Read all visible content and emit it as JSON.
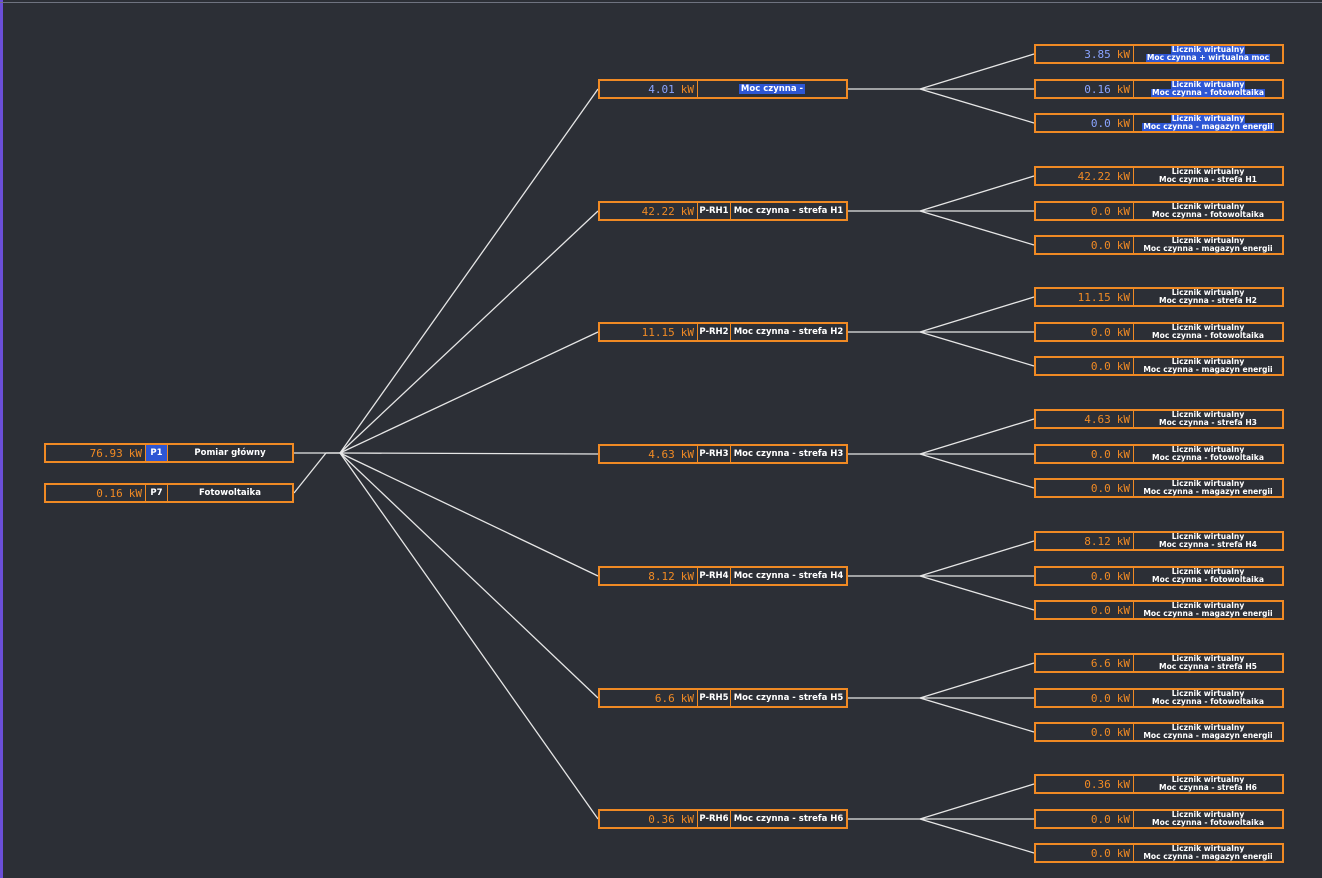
{
  "unit": "kW",
  "roots": [
    {
      "value": "76.93",
      "code": "P1",
      "name": "Pomiar główny",
      "value_blue": false,
      "code_blue": true
    },
    {
      "value": "0.16",
      "code": "P7",
      "name": "Fotowoltaika",
      "value_blue": false,
      "code_blue": false
    }
  ],
  "branches": [
    {
      "value": "4.01",
      "code": "",
      "name": "Moc czynna -",
      "highlight": true,
      "children": [
        {
          "value": "3.85",
          "line1": "Licznik wirtualny",
          "line2": "Moc czynna + wirtualna moc"
        },
        {
          "value": "0.16",
          "line1": "Licznik wirtualny",
          "line2": "Moc czynna - fotowoltaika"
        },
        {
          "value": "0.0",
          "line1": "Licznik wirtualny",
          "line2": "Moc czynna - magazyn energii"
        }
      ]
    },
    {
      "value": "42.22",
      "code": "P-RH1",
      "name": "Moc czynna - strefa H1",
      "highlight": false,
      "children": [
        {
          "value": "42.22",
          "line1": "Licznik wirtualny",
          "line2": "Moc czynna - strefa H1"
        },
        {
          "value": "0.0",
          "line1": "Licznik wirtualny",
          "line2": "Moc czynna - fotowoltaika"
        },
        {
          "value": "0.0",
          "line1": "Licznik wirtualny",
          "line2": "Moc czynna - magazyn energii"
        }
      ]
    },
    {
      "value": "11.15",
      "code": "P-RH2",
      "name": "Moc czynna - strefa H2",
      "highlight": false,
      "children": [
        {
          "value": "11.15",
          "line1": "Licznik wirtualny",
          "line2": "Moc czynna - strefa H2"
        },
        {
          "value": "0.0",
          "line1": "Licznik wirtualny",
          "line2": "Moc czynna - fotowoltaika"
        },
        {
          "value": "0.0",
          "line1": "Licznik wirtualny",
          "line2": "Moc czynna - magazyn energii"
        }
      ]
    },
    {
      "value": "4.63",
      "code": "P-RH3",
      "name": "Moc czynna - strefa H3",
      "highlight": false,
      "children": [
        {
          "value": "4.63",
          "line1": "Licznik wirtualny",
          "line2": "Moc czynna - strefa H3"
        },
        {
          "value": "0.0",
          "line1": "Licznik wirtualny",
          "line2": "Moc czynna - fotowoltaika"
        },
        {
          "value": "0.0",
          "line1": "Licznik wirtualny",
          "line2": "Moc czynna - magazyn energii"
        }
      ]
    },
    {
      "value": "8.12",
      "code": "P-RH4",
      "name": "Moc czynna - strefa H4",
      "highlight": false,
      "children": [
        {
          "value": "8.12",
          "line1": "Licznik wirtualny",
          "line2": "Moc czynna - strefa H4"
        },
        {
          "value": "0.0",
          "line1": "Licznik wirtualny",
          "line2": "Moc czynna - fotowoltaika"
        },
        {
          "value": "0.0",
          "line1": "Licznik wirtualny",
          "line2": "Moc czynna - magazyn energii"
        }
      ]
    },
    {
      "value": "6.6",
      "code": "P-RH5",
      "name": "Moc czynna - strefa H5",
      "highlight": false,
      "children": [
        {
          "value": "6.6",
          "line1": "Licznik wirtualny",
          "line2": "Moc czynna - strefa H5"
        },
        {
          "value": "0.0",
          "line1": "Licznik wirtualny",
          "line2": "Moc czynna - fotowoltaika"
        },
        {
          "value": "0.0",
          "line1": "Licznik wirtualny",
          "line2": "Moc czynna - magazyn energii"
        }
      ]
    },
    {
      "value": "0.36",
      "code": "P-RH6",
      "name": "Moc czynna - strefa H6",
      "highlight": false,
      "children": [
        {
          "value": "0.36",
          "line1": "Licznik wirtualny",
          "line2": "Moc czynna - strefa H6"
        },
        {
          "value": "0.0",
          "line1": "Licznik wirtualny",
          "line2": "Moc czynna - fotowoltaika"
        },
        {
          "value": "0.0",
          "line1": "Licznik wirtualny",
          "line2": "Moc czynna - magazyn energii"
        }
      ]
    }
  ],
  "colors": {
    "accent": "#f08a24",
    "highlight": "#2d56d4",
    "line": "#e6e6e6",
    "background": "#2c2f36"
  }
}
